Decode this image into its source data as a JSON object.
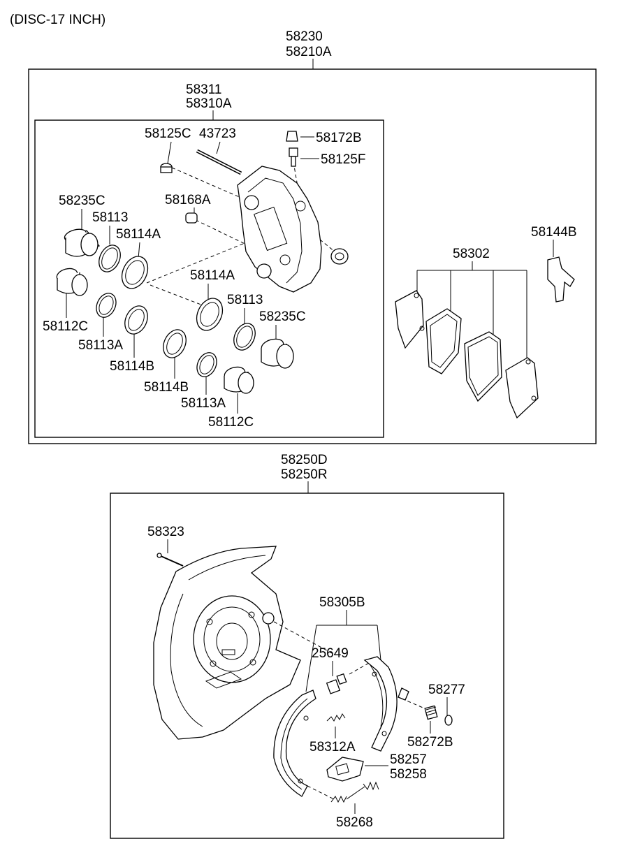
{
  "header": {
    "title": "(DISC-17 INCH)"
  },
  "assembly_caliper": {
    "labels": [
      "58230",
      "58210A"
    ]
  },
  "caliper_sub": {
    "labels": [
      "58311",
      "58310A"
    ]
  },
  "parts_caliper": {
    "p58125C": "58125C",
    "p43723": "43723",
    "p58172B": "58172B",
    "p58125F": "58125F",
    "p58168A": "58168A",
    "p58235C_left": "58235C",
    "p58113_left": "58113",
    "p58114A_left": "58114A",
    "p58112C_left": "58112C",
    "p58113A_left": "58113A",
    "p58114B_left": "58114B",
    "p58114A_mid": "58114A",
    "p58113_mid": "58113",
    "p58235C_right": "58235C",
    "p58114B_mid": "58114B",
    "p58113A_mid": "58113A",
    "p58112C_mid": "58112C"
  },
  "parts_pads": {
    "p58302": "58302",
    "p58144B": "58144B"
  },
  "assembly_drum": {
    "labels": [
      "58250D",
      "58250R"
    ]
  },
  "parts_drum": {
    "p58323": "58323",
    "p58305B": "58305B",
    "p25649": "25649",
    "p58277": "58277",
    "p58272B": "58272B",
    "p58312A": "58312A",
    "p58257": "58257",
    "p58258": "58258",
    "p58268": "58268"
  }
}
